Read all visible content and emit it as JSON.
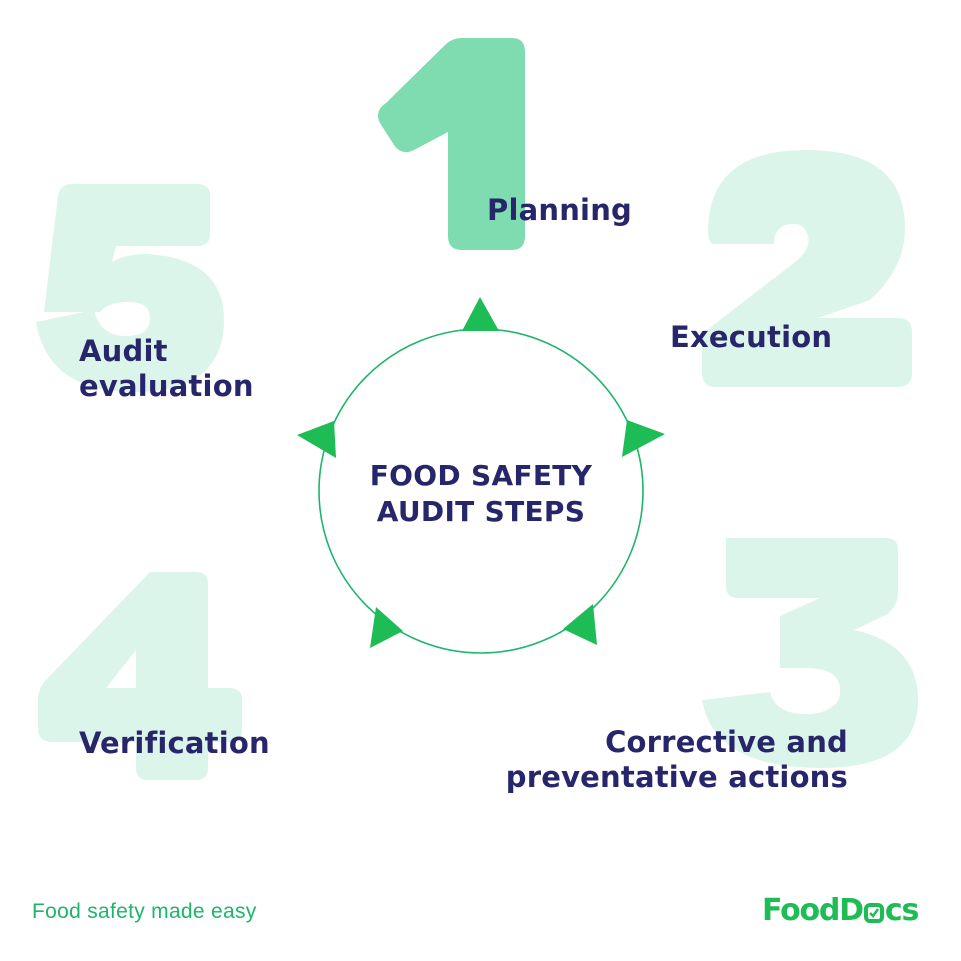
{
  "center": {
    "title_line1": "FOOD SAFETY",
    "title_line2": "AUDIT STEPS"
  },
  "steps": [
    {
      "number": "1",
      "label": "Planning"
    },
    {
      "number": "2",
      "label": "Execution"
    },
    {
      "number": "3",
      "label_line1": "Corrective and",
      "label_line2": "preventative actions"
    },
    {
      "number": "4",
      "label": "Verification"
    },
    {
      "number": "5",
      "label_line1": "Audit",
      "label_line2": "evaluation"
    }
  ],
  "footer": {
    "tagline": "Food safety made easy",
    "brand_prefix": "FoodD",
    "brand_suffix": "cs"
  },
  "colors": {
    "text": "#27266b",
    "accent": "#1dbc55",
    "numeral_highlight": "#7fdcb0",
    "numeral_faded": "#dcf5ea",
    "circle_stroke": "#1db56a"
  }
}
